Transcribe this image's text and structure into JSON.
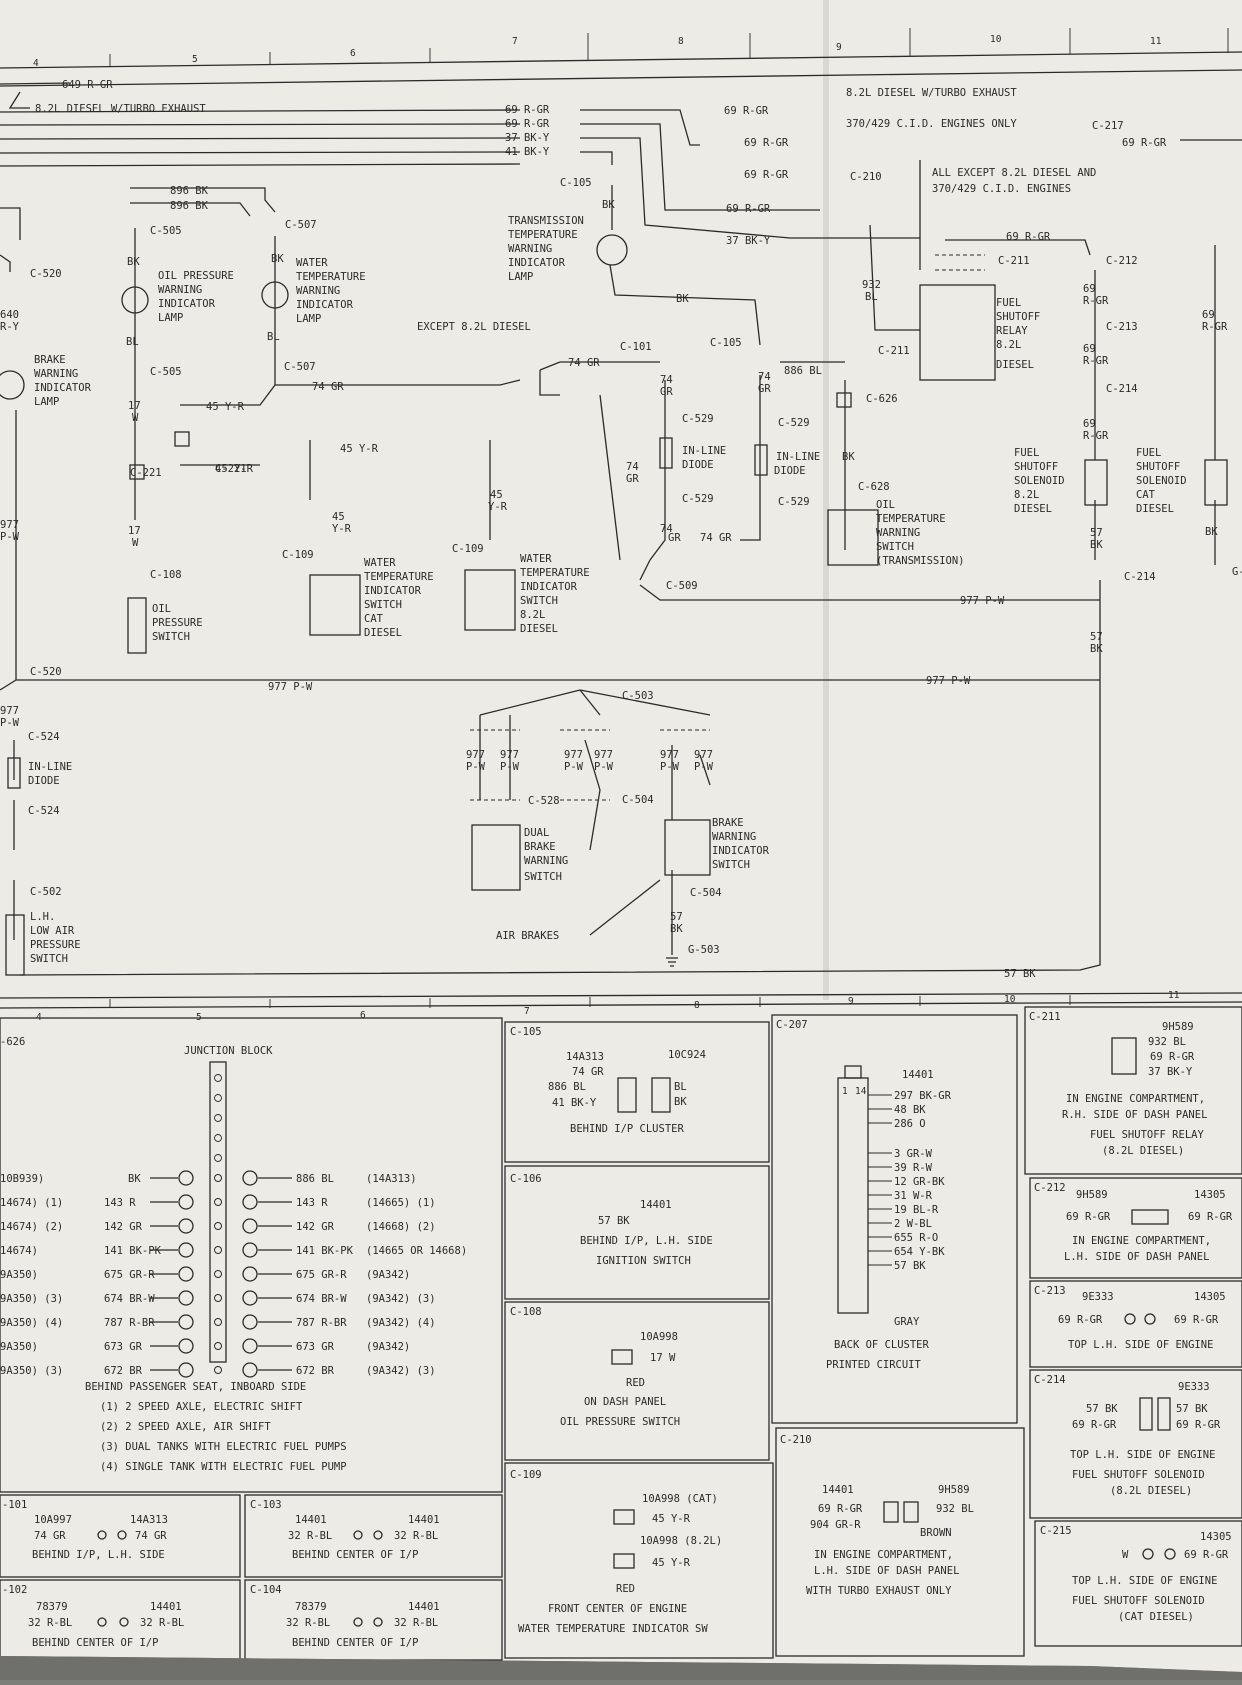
{
  "colors": {
    "paper": "#ecebe5",
    "ink": "#2b2b2b",
    "edge": "#6f6f6c"
  },
  "column_numbers": {
    "top": [
      "4",
      "5",
      "6",
      "7",
      "8",
      "9",
      "10",
      "11"
    ],
    "bottom": [
      "4",
      "5",
      "6",
      "7",
      "8",
      "9",
      "10",
      "11"
    ]
  },
  "labels": [
    "649 R-GR",
    "8.2L DIESEL W/TURBO EXHAUST",
    "69 R-GR",
    "69 R-GR",
    "37 BK-Y",
    "41 BK-Y",
    "C-105",
    "BK",
    "896 BK",
    "896 BK",
    "C-505",
    "C-507",
    "C-520",
    "BK",
    "BK",
    "OIL PRESSURE",
    "WARNING",
    "INDICATOR",
    "LAMP",
    "WATER",
    "TEMPERATURE",
    "WARNING",
    "INDICATOR",
    "LAMP",
    "640",
    "R-Y",
    "BRAKE",
    "WARNING",
    "INDICATOR",
    "LAMP",
    "BL",
    "BL",
    "C-505",
    "C-507",
    "74 GR",
    "17",
    "W",
    "45 Y-R",
    "C-221",
    "C-221",
    "45 Y-R",
    "45 Y-R",
    "977",
    "P-W",
    "17",
    "W",
    "C-108",
    "OIL",
    "PRESSURE",
    "SWITCH",
    "C-109",
    "45",
    "Y-R",
    "C-109",
    "45",
    "Y-R",
    "WATER",
    "TEMPERATURE",
    "INDICATOR",
    "SWITCH",
    "CAT",
    "DIESEL",
    "WATER",
    "TEMPERATURE",
    "INDICATOR",
    "SWITCH",
    "8.2L",
    "DIESEL",
    "TRANSMISSION",
    "TEMPERATURE",
    "WARNING",
    "INDICATOR",
    "LAMP",
    "37 BK-Y",
    "69 R-GR",
    "69 R-GR",
    "69 R-GR",
    "69 R-GR",
    "8.2L DIESEL W/TURBO EXHAUST",
    "370/429 C.I.D. ENGINES ONLY",
    "C-217",
    "69 R-GR",
    "C-210",
    "ALL EXCEPT 8.2L DIESEL AND",
    "370/429 C.I.D. ENGINES",
    "69 R-GR",
    "C-211",
    "C-212",
    "932",
    "BL",
    "69",
    "R-GR",
    "C-213",
    "FUEL",
    "SHUTOFF",
    "RELAY",
    "8.2L",
    "DIESEL",
    "C-211",
    "69",
    "R-GR",
    "C-214",
    "69",
    "R-GR",
    "69",
    "R-GR",
    "BK",
    "EXCEPT 8.2L DIESEL",
    "C-101",
    "74 GR",
    "C-105",
    "886 BL",
    "74",
    "GR",
    "74",
    "GR",
    "C-626",
    "C-529",
    "C-529",
    "IN-LINE",
    "DIODE",
    "IN-LINE",
    "DIODE",
    "74",
    "GR",
    "C-529",
    "C-529",
    "BK",
    "C-628",
    "74",
    "GR",
    "74 GR",
    "OIL",
    "TEMPERATURE",
    "WARNING",
    "SWITCH",
    "(TRANSMISSION)",
    "C-509",
    "977 P-W",
    "FUEL",
    "SHUTOFF",
    "SOLENOID",
    "8.2L",
    "DIESEL",
    "FUEL",
    "SHUTOFF",
    "SOLENOID",
    "CAT",
    "DIESEL",
    "57",
    "BK",
    "C-214",
    "57",
    "BK",
    "BK",
    "G-",
    "C-520",
    "977 P-W",
    "977 P-W",
    "C-503",
    "977",
    "P-W",
    "C-524",
    "IN-LINE",
    "DIODE",
    "C-524",
    "977",
    "P-W",
    "977",
    "P-W",
    "977",
    "P-W",
    "977",
    "P-W",
    "977",
    "P-W",
    "977",
    "P-W",
    "C-528",
    "C-504",
    "DUAL",
    "BRAKE",
    "WARNING",
    "SWITCH",
    "BRAKE",
    "WARNING",
    "INDICATOR",
    "SWITCH",
    "C-504",
    "57",
    "BK",
    "G-503",
    "C-502",
    "L.H.",
    "LOW AIR",
    "PRESSURE",
    "SWITCH",
    "AIR BRAKES",
    "57 BK"
  ],
  "junction_block": {
    "frame_label": "-626",
    "title": "JUNCTION BLOCK",
    "rows": [
      {
        "left_id": "10B939)",
        "left_circ": "",
        "left_wire": "BK",
        "right_wire": "886 BL",
        "right_id": "(14A313)"
      },
      {
        "left_id": "14674) (1)",
        "left_circ": "143 R",
        "left_wire": "",
        "right_wire": "143 R",
        "right_id": "(14665) (1)"
      },
      {
        "left_id": "14674) (2)",
        "left_circ": "142 GR",
        "left_wire": "",
        "right_wire": "142 GR",
        "right_id": "(14668) (2)"
      },
      {
        "left_id": "14674)",
        "left_circ": "141 BK-PK",
        "left_wire": "",
        "right_wire": "141 BK-PK",
        "right_id": "(14665 OR 14668)"
      },
      {
        "left_id": "9A350)",
        "left_circ": "675 GR-R",
        "left_wire": "",
        "right_wire": "675 GR-R",
        "right_id": "(9A342)"
      },
      {
        "left_id": "9A350) (3)",
        "left_circ": "674 BR-W",
        "left_wire": "",
        "right_wire": "674 BR-W",
        "right_id": "(9A342) (3)"
      },
      {
        "left_id": "9A350) (4)",
        "left_circ": "787 R-BR",
        "left_wire": "",
        "right_wire": "787 R-BR",
        "right_id": "(9A342) (4)"
      },
      {
        "left_id": "9A350)",
        "left_circ": "673 GR",
        "left_wire": "",
        "right_wire": "673 GR",
        "right_id": "(9A342)"
      },
      {
        "left_id": "9A350) (3)",
        "left_circ": "672 BR",
        "left_wire": "",
        "right_wire": "672 BR",
        "right_id": "(9A342) (3)"
      }
    ],
    "notes": [
      "BEHIND PASSENGER SEAT, INBOARD SIDE",
      "(1) 2 SPEED AXLE, ELECTRIC SHIFT",
      "(2) 2 SPEED AXLE, AIR SHIFT",
      "(3) DUAL TANKS WITH ELECTRIC FUEL PUMPS",
      "(4) SINGLE TANK WITH ELECTRIC FUEL PUMP"
    ]
  },
  "c105": {
    "title": "C-105",
    "part_left": "14A313",
    "part_right": "10C924",
    "l1": "74 GR",
    "l2": "886 BL",
    "l3": "41 BK-Y",
    "r1": "BL",
    "r2": "BK",
    "caption": "BEHIND I/P CLUSTER"
  },
  "c106": {
    "title": "C-106",
    "part": "14401",
    "wire": "57 BK",
    "caption": "BEHIND I/P, L.H. SIDE",
    "note": "IGNITION SWITCH"
  },
  "c108": {
    "title": "C-108",
    "part": "10A998",
    "wire": "17 W",
    "color": "RED",
    "caption": "ON DASH PANEL",
    "note": "OIL PRESSURE SWITCH"
  },
  "c109": {
    "title": "C-109",
    "part1": "10A998 (CAT)",
    "wire1": "45 Y-R",
    "part2": "10A998 (8.2L)",
    "wire2": "45 Y-R",
    "color": "RED",
    "caption": "FRONT CENTER OF ENGINE",
    "note": "WATER TEMPERATURE INDICATOR SW"
  },
  "c207": {
    "title": "C-207",
    "part": "14401",
    "pin_a": "1",
    "pin_b": "14",
    "wires": [
      "297 BK-GR",
      "48 BK",
      "286 O",
      "3 GR-W",
      "39 R-W",
      "12 GR-BK",
      "31 W-R",
      "19 BL-R",
      "2 W-BL",
      "655 R-O",
      "654 Y-BK",
      "57 BK"
    ],
    "color": "GRAY",
    "caption": "BACK OF CLUSTER",
    "note": "PRINTED CIRCUIT"
  },
  "c210": {
    "title": "C-210",
    "part_left": "14401",
    "part_right": "9H589",
    "l1": "69 R-GR",
    "l2": "904 GR-R",
    "r1": "932 BL",
    "color": "BROWN",
    "caption1": "IN ENGINE COMPARTMENT,",
    "caption2": "L.H. SIDE OF DASH PANEL",
    "note": "WITH TURBO EXHAUST ONLY"
  },
  "c211": {
    "title": "C-211",
    "part": "9H589",
    "w1": "932 BL",
    "w2": "69 R-GR",
    "w3": "37 BK-Y",
    "caption1": "IN ENGINE COMPARTMENT,",
    "caption2": "R.H. SIDE OF DASH PANEL",
    "note1": "FUEL SHUTOFF RELAY",
    "note2": "(8.2L DIESEL)"
  },
  "c212": {
    "title": "C-212",
    "part_left": "9H589",
    "part_right": "14305",
    "l": "69 R-GR",
    "r": "69 R-GR",
    "caption1": "IN ENGINE COMPARTMENT,",
    "caption2": "L.H. SIDE OF DASH PANEL"
  },
  "c213": {
    "title": "C-213",
    "part_left": "9E333",
    "part_right": "14305",
    "l": "69 R-GR",
    "r": "69 R-GR",
    "caption": "TOP L.H. SIDE OF ENGINE"
  },
  "c214": {
    "title": "C-214",
    "part_right": "9E333",
    "l1": "57 BK",
    "l2": "69 R-GR",
    "r1": "57 BK",
    "r2": "69 R-GR",
    "caption": "TOP L.H. SIDE OF ENGINE",
    "note1": "FUEL SHUTOFF SOLENOID",
    "note2": "(8.2L DIESEL)"
  },
  "c215": {
    "title": "C-215",
    "part_right": "14305",
    "l": "W",
    "r": "69 R-GR",
    "caption": "TOP L.H. SIDE OF ENGINE",
    "note1": "FUEL SHUTOFF SOLENOID",
    "note2": "(CAT DIESEL)"
  },
  "c101": {
    "title": "-101",
    "part_left": "10A997",
    "part_right": "14A313",
    "l": "74 GR",
    "r": "74 GR",
    "caption": "BEHIND I/P, L.H. SIDE"
  },
  "c102": {
    "title": "-102",
    "part_left": "78379",
    "part_right": "14401",
    "l": "32 R-BL",
    "r": "32 R-BL",
    "caption": "BEHIND CENTER OF I/P"
  },
  "c103": {
    "title": "C-103",
    "part_left": "14401",
    "part_right": "14401",
    "l": "32 R-BL",
    "r": "32 R-BL",
    "caption": "BEHIND CENTER OF I/P"
  },
  "c104": {
    "title": "C-104",
    "part_left": "78379",
    "part_right": "14401",
    "l": "32 R-BL",
    "r": "32 R-BL",
    "caption": "BEHIND CENTER OF I/P"
  }
}
